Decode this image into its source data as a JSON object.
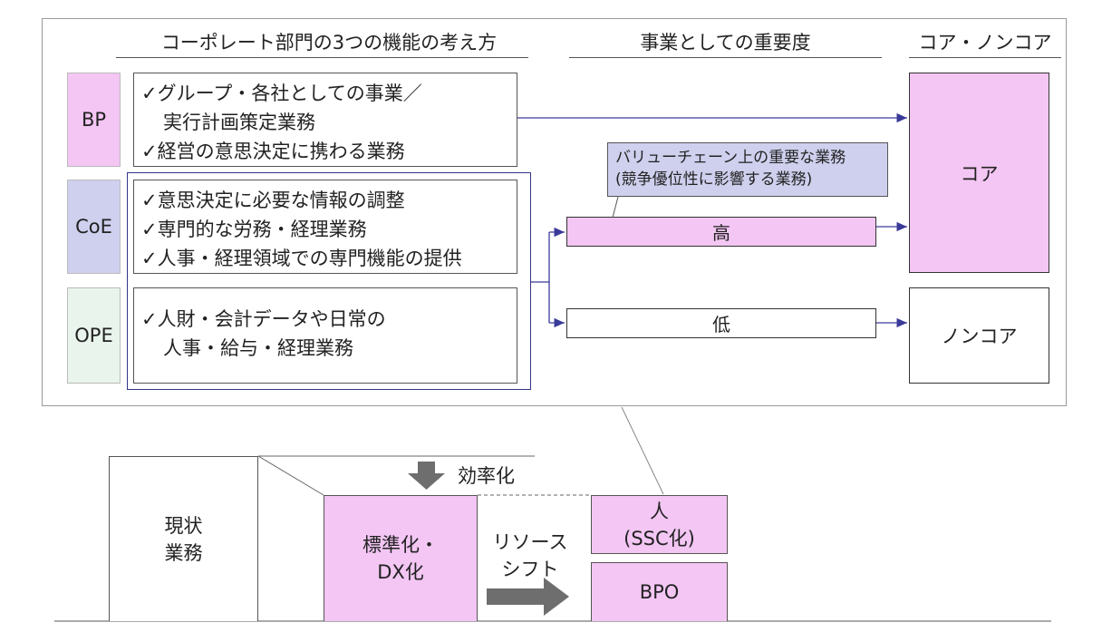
{
  "headers": {
    "functions": "コーポレート部門の3つの機能の考え方",
    "importance": "事業としての重要度",
    "core": "コア・ノンコア"
  },
  "roles": [
    {
      "label": "BP",
      "color": "#f3c6f3",
      "lines": [
        "✓グループ・各社としての事業／",
        "実行計画策定業務",
        "✓経営の意思決定に携わる業務"
      ]
    },
    {
      "label": "CoE",
      "color": "#cfd0ee",
      "lines": [
        "✓意思決定に必要な情報の調整",
        "✓専門的な労務・経理業務",
        "✓人事・経理領域での専門機能の提供"
      ]
    },
    {
      "label": "OPE",
      "color": "#e8f4ec",
      "lines": [
        "✓人財・会計データや日常の",
        "人事・給与・経理業務"
      ]
    }
  ],
  "callout": {
    "line1": "バリューチェーン上の重要な業務",
    "line2": "(競争優位性に影響する業務)"
  },
  "levels": {
    "high": "高",
    "low": "低"
  },
  "outcomes": {
    "core": "コア",
    "noncore": "ノンコア"
  },
  "bottom": {
    "current": {
      "line1": "現状",
      "line2": "業務"
    },
    "efficiency": "効率化",
    "standardize": {
      "line1": "標準化・",
      "line2": "DX化"
    },
    "shift": {
      "line1": "リソース",
      "line2": "シフト"
    },
    "people": {
      "line1": "人",
      "line2": "(SSC化)"
    },
    "bpo": "BPO"
  },
  "colors": {
    "pink": "#f3c6f3",
    "lavender": "#cfd0ee",
    "mint": "#e8f4ec",
    "arrow": "#3a3a9a",
    "gray_arrow": "#6e6e6e"
  }
}
